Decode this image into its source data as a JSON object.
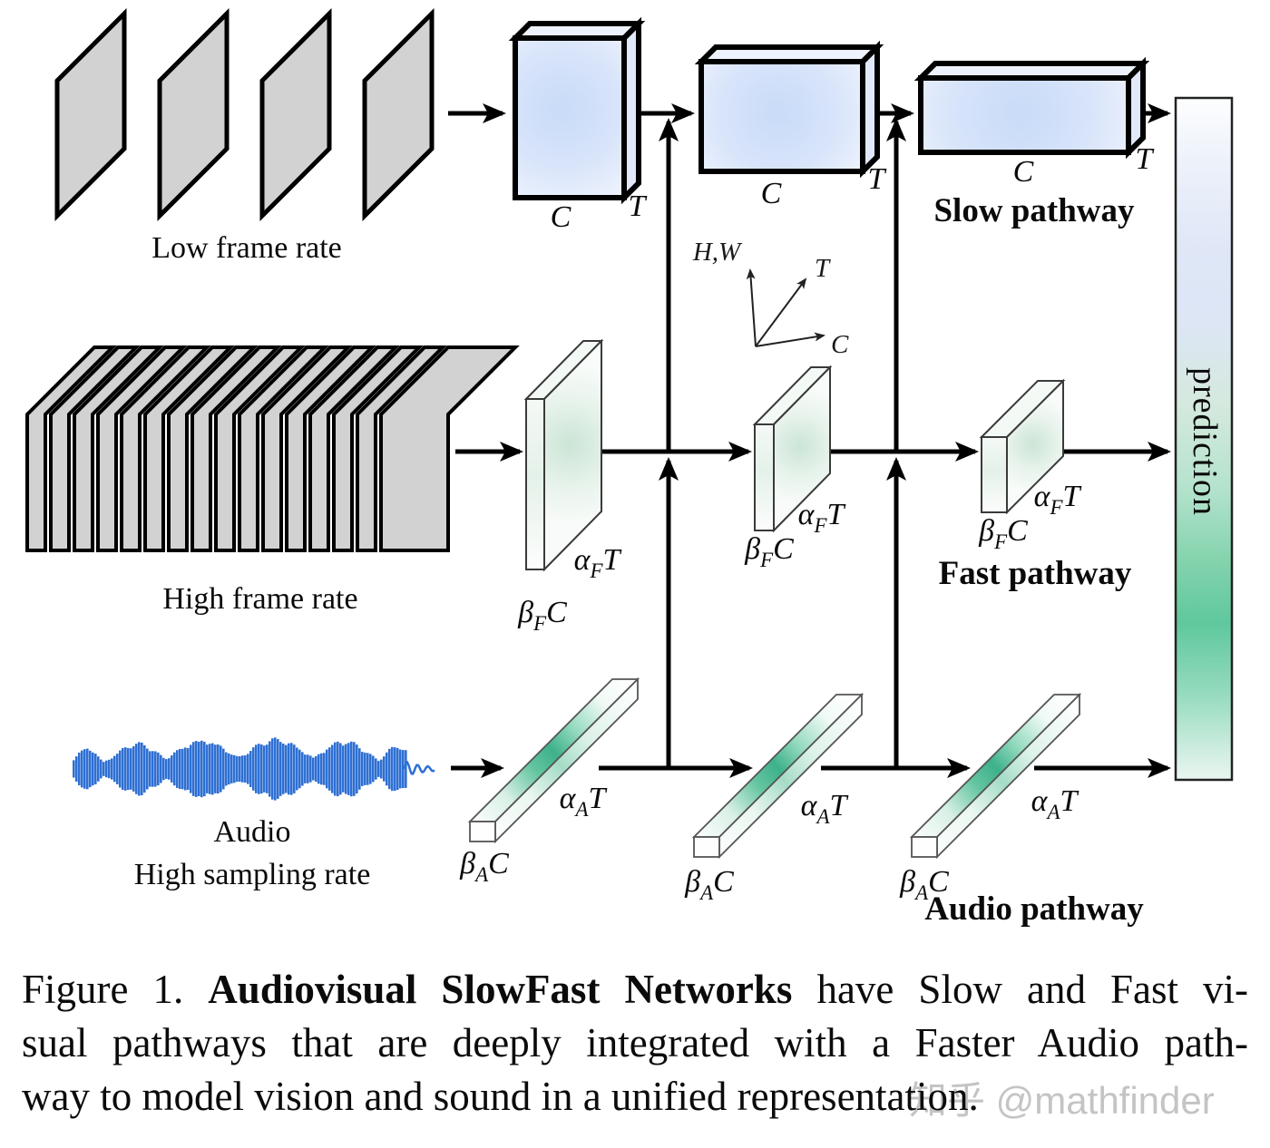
{
  "diagram": {
    "slow": {
      "input_label": "Low frame rate",
      "pathway_label": "Slow pathway",
      "dim_c": "C",
      "dim_t": "T"
    },
    "fast": {
      "input_label": "High frame rate",
      "pathway_label": "Fast pathway",
      "alpha": "α",
      "beta": "β",
      "sub": "F",
      "dim_t": "T",
      "dim_c": "C"
    },
    "audio": {
      "input_label1": "Audio",
      "input_label2": "High sampling rate",
      "pathway_label": "Audio pathway",
      "alpha": "α",
      "beta": "β",
      "sub": "A",
      "dim_t": "T",
      "dim_c": "C"
    },
    "axes": {
      "up": "H,W",
      "diag": "T",
      "right": "C"
    },
    "prediction_label": "prediction"
  },
  "caption": {
    "prefix": "Figure 1. ",
    "bold": "Audiovisual SlowFast Networks",
    "line1_rest": " have Slow and Fast vi-",
    "line2": "sual pathways that are deeply integrated with a Faster Audio path-",
    "line3": "way to model vision and sound in a unified representation."
  },
  "watermark": {
    "text": "知乎 @mathfinder"
  },
  "colors": {
    "frame_gray": "#d2d2d2",
    "waveform_blue": "#2e6fd3",
    "slow_blue": "#cfdffa",
    "fast_green": "#cbe5d6",
    "audio_teal": "#3eb18b",
    "prediction_green": "#5fc89c",
    "line_black": "#000000"
  }
}
